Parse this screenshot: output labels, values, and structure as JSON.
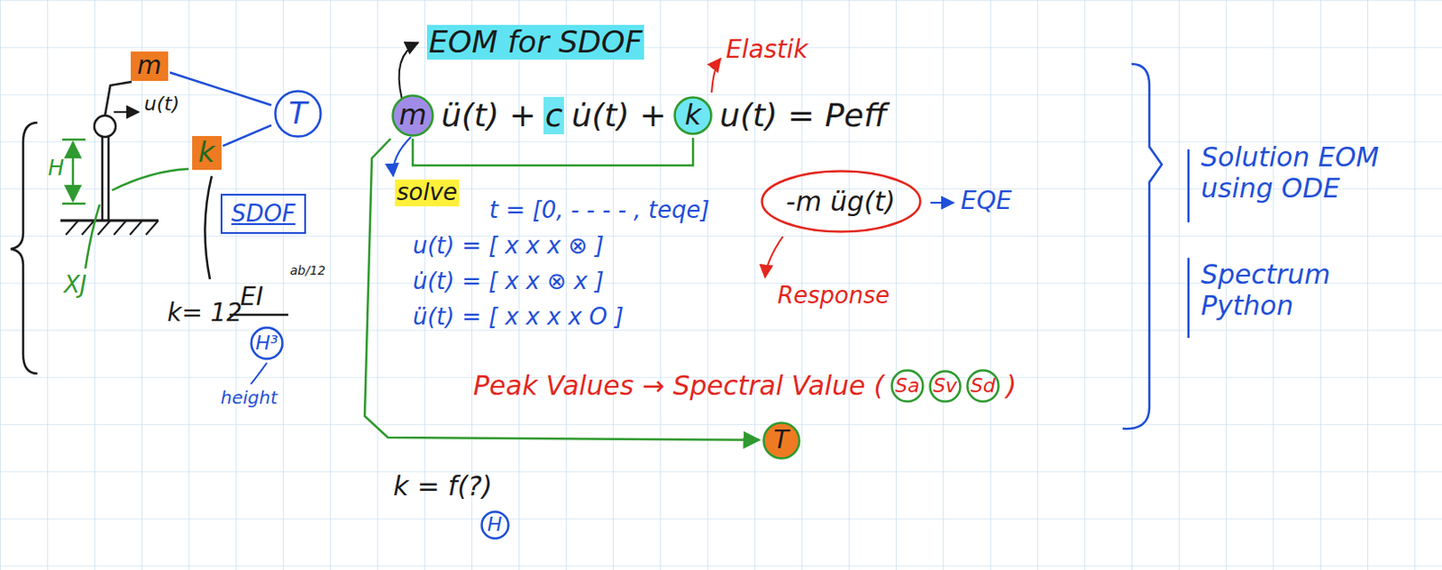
{
  "diagram": {
    "nodes": [
      {
        "text": [
          "m"
        ]
      },
      {
        "text": [
          "k"
        ]
      },
      {
        "text": [
          "T"
        ]
      },
      {
        "text": [
          "SDOF"
        ]
      },
      {
        "text": [
          "H³"
        ]
      },
      {
        "text": [
          "m"
        ]
      },
      {
        "text": [
          "k"
        ]
      },
      {
        "text": [
          "-m üg(t)"
        ]
      },
      {
        "text": [
          "Sa"
        ]
      },
      {
        "text": [
          "Sv"
        ]
      },
      {
        "text": [
          "Sd"
        ]
      },
      {
        "text": [
          "T"
        ]
      },
      {
        "text": [
          "H"
        ]
      }
    ],
    "edges": [
      {
        "from": 0,
        "to": 2,
        "arrow": "none"
      },
      {
        "from": 1,
        "to": 2,
        "arrow": "none"
      },
      {
        "from": 5,
        "to": 6,
        "arrow": "none"
      },
      {
        "from": 5,
        "to": 11,
        "arrow": "to"
      }
    ],
    "labels": [
      "u(t)",
      "H",
      "XJ",
      "k= 12",
      "EI",
      "ab/12",
      "height",
      "EOM for SDOF",
      "Elastik",
      "ü(t) +",
      "c",
      "u̇(t) +",
      "u(t) = Peff",
      "solve",
      "t = [0, - - - - , teqe]",
      "u(t) = [ x x x ⊗ ]",
      "u̇(t) = [ x x ⊗ x ]",
      "ü(t) = [ x x x x O ]",
      "EQE",
      "Response",
      "Peak Values → Spectral Value (",
      ")",
      "k = f(?)",
      "Solution EOM using ODE",
      "Spectrum Python"
    ]
  }
}
